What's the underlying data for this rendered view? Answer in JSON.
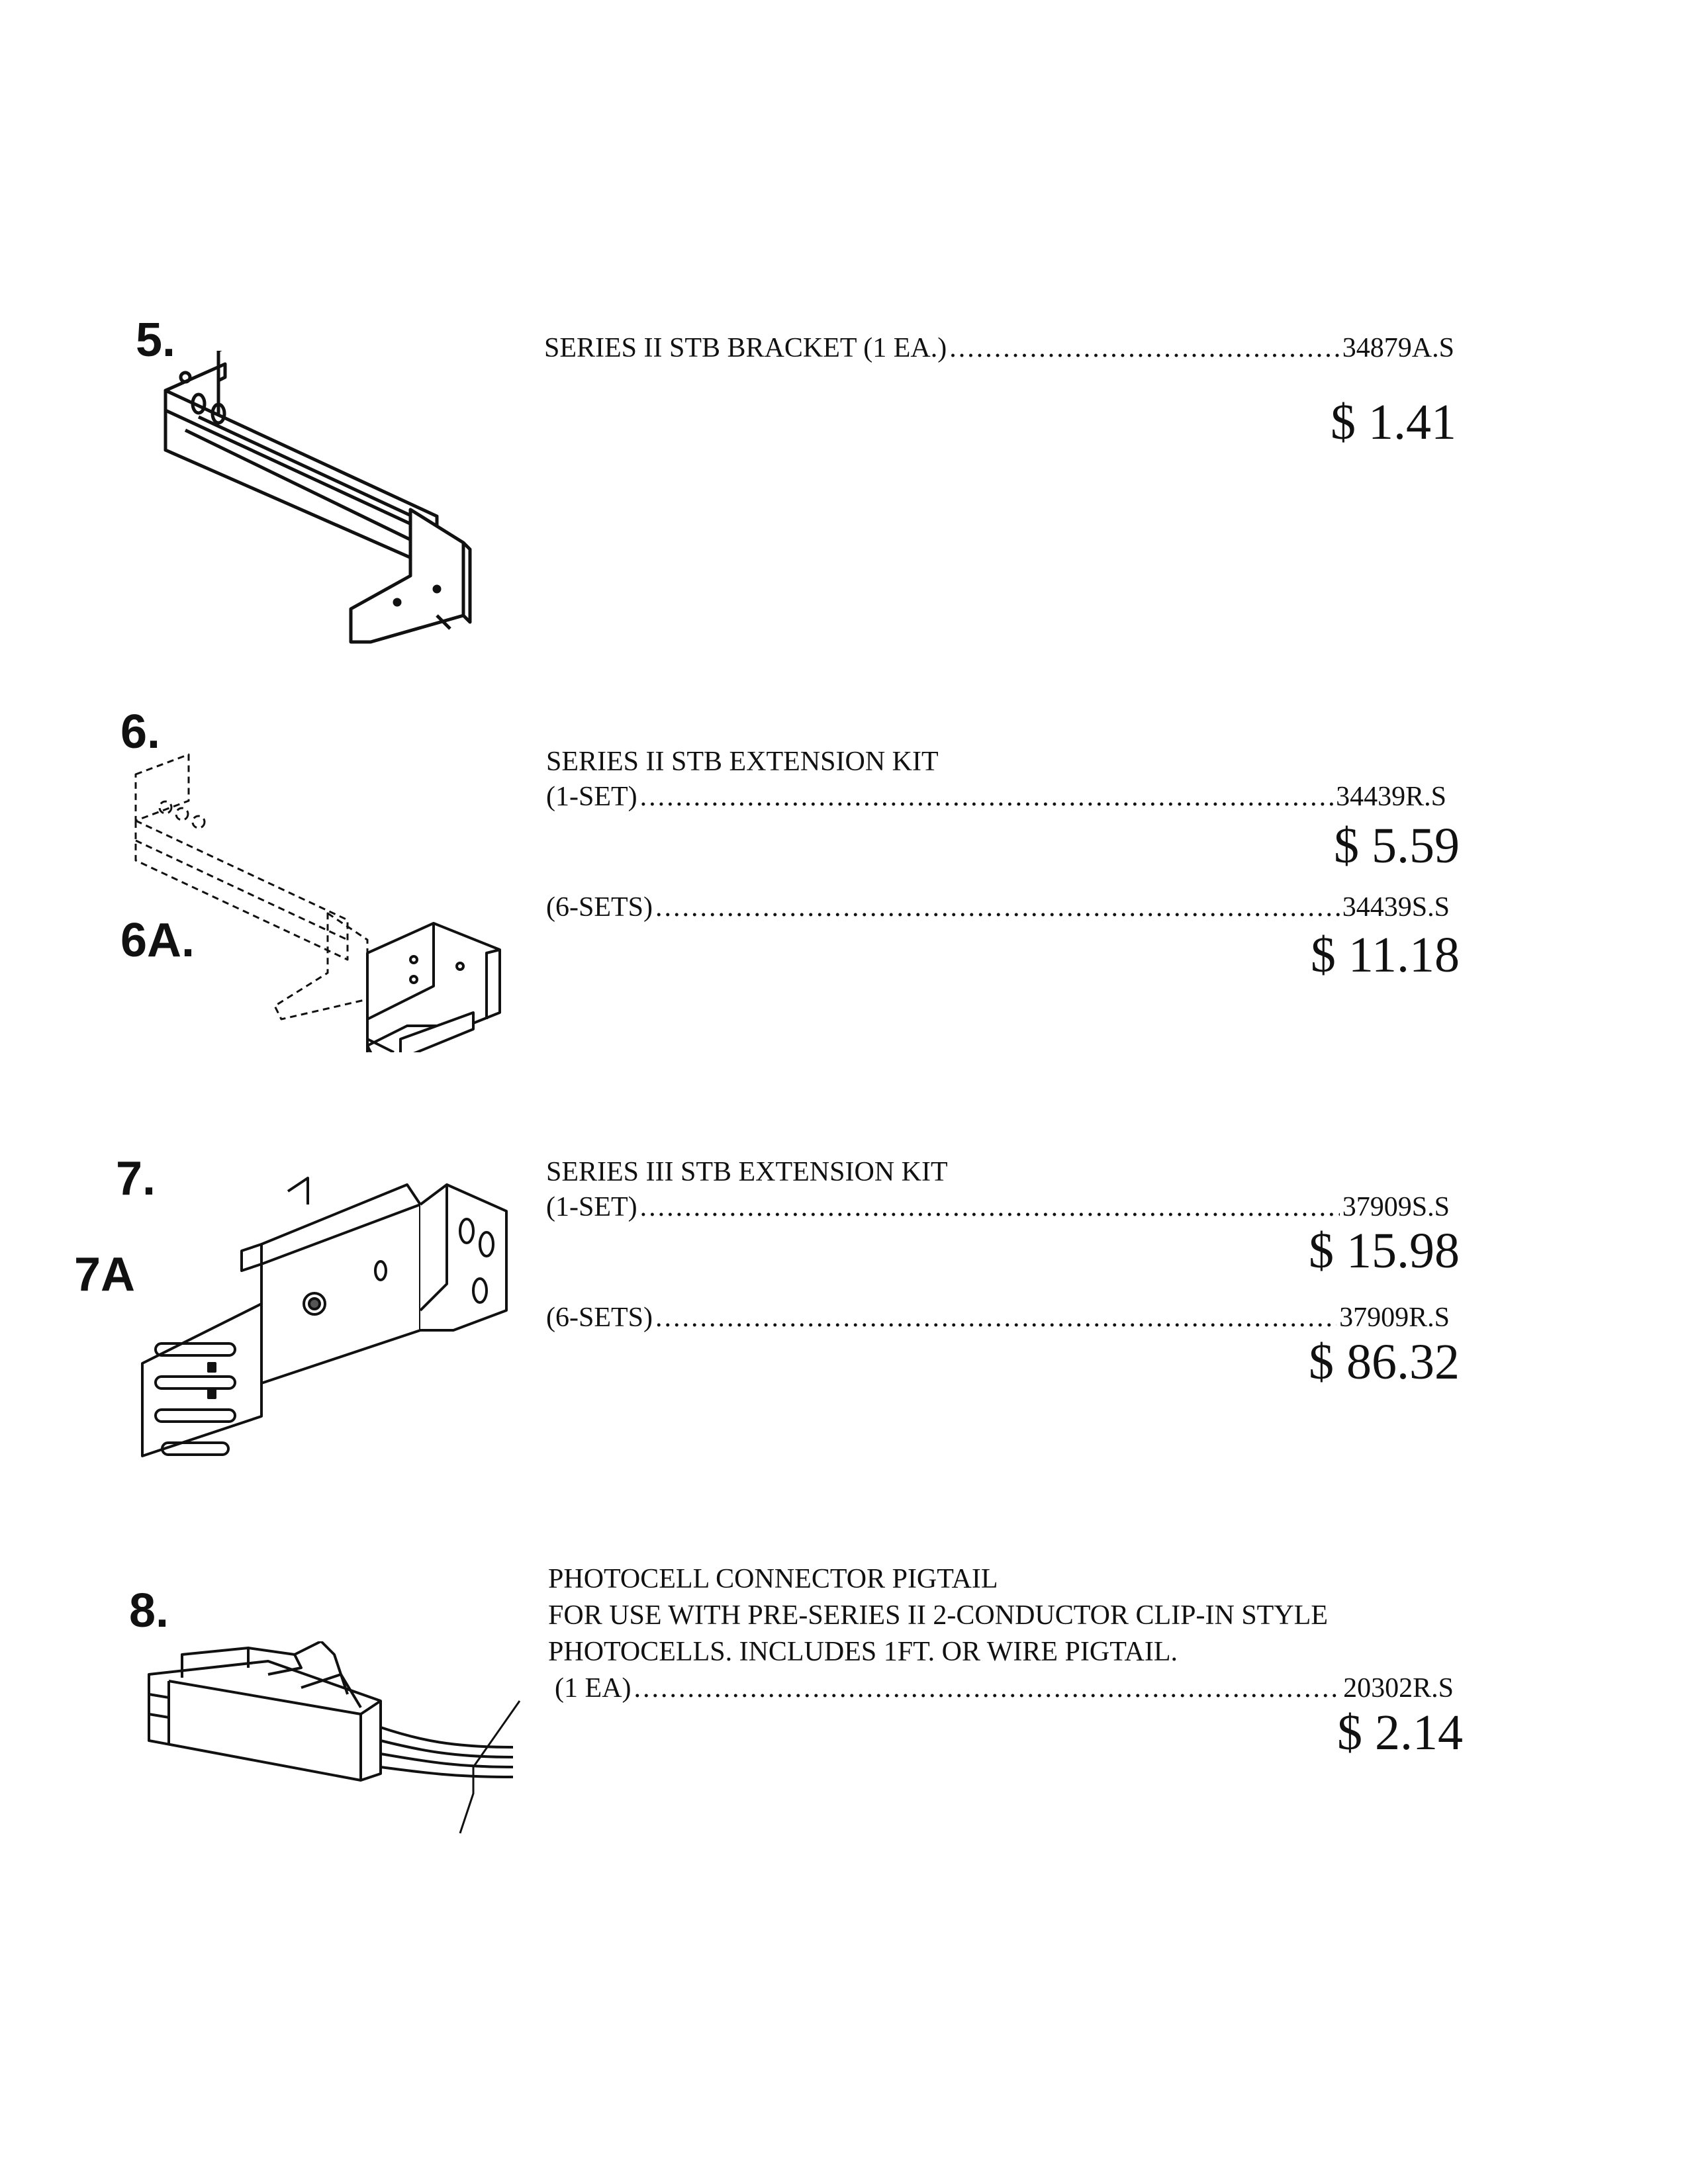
{
  "items": [
    {
      "number": "5.",
      "title": "",
      "lines": [
        {
          "label": "SERIES II STB BRACKET (1 EA.)",
          "part": "34879A.S",
          "price": "$ 1.41"
        }
      ]
    },
    {
      "number": "6.",
      "subnumber": "6A.",
      "title": "SERIES II STB EXTENSION KIT",
      "lines": [
        {
          "label": "(1-SET)",
          "part": "34439R.S",
          "price": "$ 5.59"
        },
        {
          "label": "(6-SETS)",
          "part": "34439S.S",
          "price": "$ 11.18"
        }
      ]
    },
    {
      "number": "7.",
      "subnumber": "7A",
      "title": "SERIES III STB EXTENSION KIT",
      "lines": [
        {
          "label": "(1-SET)",
          "part": "37909S.S",
          "price": "$ 15.98"
        },
        {
          "label": "(6-SETS)",
          "part": "37909R.S",
          "price": "$ 86.32"
        }
      ]
    },
    {
      "number": "8.",
      "title": "PHOTOCELL CONNECTOR PIGTAIL",
      "description": [
        "FOR USE WITH PRE-SERIES II 2-CONDUCTOR CLIP-IN STYLE",
        "PHOTOCELLS. INCLUDES 1FT. OR WIRE PIGTAIL."
      ],
      "lines": [
        {
          "label": "(1 EA)",
          "part": "20302R.S",
          "price": "$ 2.14"
        }
      ]
    }
  ],
  "icons": [
    "stb-bracket-icon",
    "stb-extension-kit-icon",
    "series-iii-extension-kit-icon",
    "photocell-pigtail-connector-icon"
  ]
}
